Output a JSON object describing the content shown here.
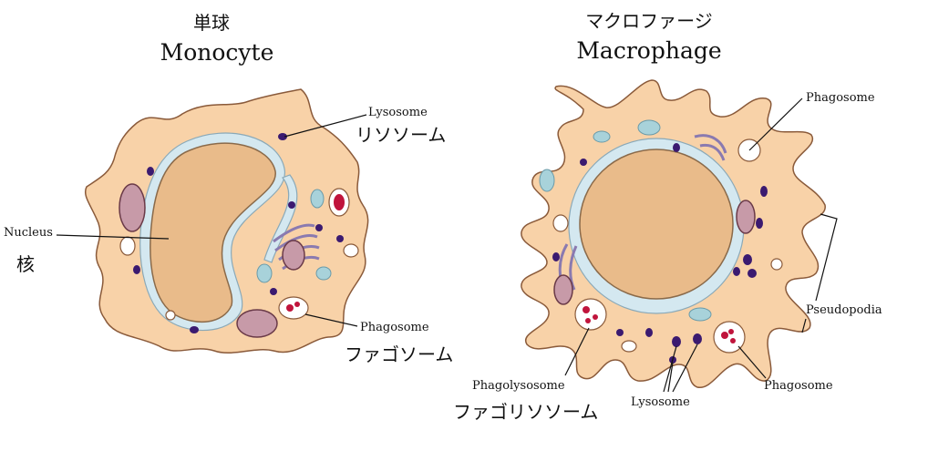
{
  "monocyte": {
    "title_jp": "単球",
    "title_en": "Monocyte",
    "labels": {
      "lysosome_en": "Lysosome",
      "lysosome_jp": "リソソーム",
      "nucleus_en": "Nucleus",
      "nucleus_jp": "核",
      "phagosome_en": "Phagosome",
      "phagosome_jp": "ファゴソーム"
    }
  },
  "macrophage": {
    "title_jp": "マクロファージ",
    "title_en": "Macrophage",
    "labels": {
      "phagosome_top_en": "Phagosome",
      "pseudopodia_en": "Pseudopodia",
      "phagolysosome_en": "Phagolysosome",
      "phagolysosome_jp": "ファゴリソソーム",
      "lysosome_en": "Lysosome",
      "phagosome_bottom_en": "Phagosome"
    }
  },
  "colors": {
    "cytoplasm": "#f8d2a8",
    "nucleus": "#e9bb8a",
    "lysosome": "#3b1a70",
    "phagosome_content": "#c0143c",
    "membrane": "#d4e8f0"
  }
}
